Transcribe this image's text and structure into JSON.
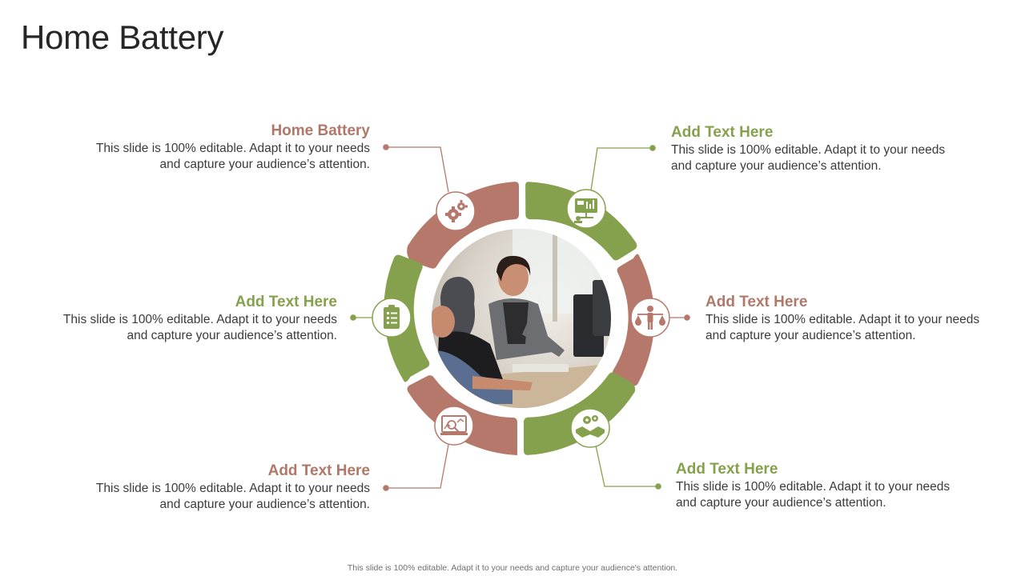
{
  "title": "Home Battery",
  "footer": "This slide is 100% editable.  Adapt it to your needs and capture your audience's attention.",
  "colors": {
    "brown": "#b5786a",
    "green": "#86a14d",
    "text": "#3b3b3b"
  },
  "items": [
    {
      "heading": "Home Battery",
      "body_line1": "This slide is 100% editable. Adapt it to your needs",
      "body_line2": "and capture your audience’s attention.",
      "icon": "gears-icon",
      "color": "brown"
    },
    {
      "heading": "Add Text Here",
      "body_line1": "This slide is 100% editable. Adapt it to your needs",
      "body_line2": "and capture your audience’s attention.",
      "icon": "presentation-board-icon",
      "color": "green"
    },
    {
      "heading": "Add Text Here",
      "body_line1": "This slide is 100% editable. Adapt it to your needs",
      "body_line2": "and capture your audience’s attention.",
      "icon": "clipboard-checklist-icon",
      "color": "green"
    },
    {
      "heading": "Add Text Here",
      "body_line1": "This slide is 100% editable. Adapt it to your needs",
      "body_line2": "and capture your audience’s attention.",
      "icon": "person-balance-scale-icon",
      "color": "brown"
    },
    {
      "heading": "Add Text Here",
      "body_line1": "This slide is 100% editable. Adapt it to your needs",
      "body_line2": "and capture your audience’s attention.",
      "icon": "monitor-analytics-icon",
      "color": "brown"
    },
    {
      "heading": "Add Text Here",
      "body_line1": "This slide is 100% editable. Adapt it to your needs",
      "body_line2": "and capture your audience’s attention.",
      "icon": "handshake-gears-icon",
      "color": "green"
    }
  ]
}
